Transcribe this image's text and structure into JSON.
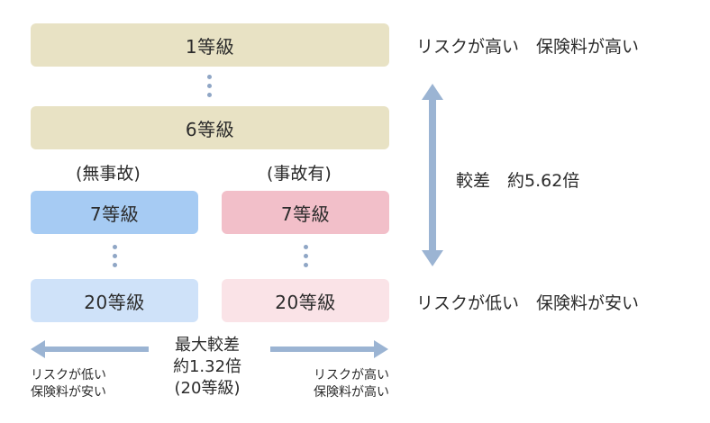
{
  "ladder": {
    "top_box": "1等級",
    "sixth_box": "6等級",
    "col_no_accident_header": "(無事故)",
    "col_accident_header": "(事故有)",
    "no_accident_7": "7等級",
    "no_accident_20": "20等級",
    "accident_7": "7等級",
    "accident_20": "20等級"
  },
  "right_notes": {
    "top": "リスクが高い　保険料が高い",
    "difference": "較差　約5.62倍",
    "bottom": "リスクが低い　保険料が安い"
  },
  "bottom": {
    "left_line1": "リスクが低い",
    "left_line2": "保険料が安い",
    "center_line1": "最大較差",
    "center_line2": "約1.32倍",
    "center_line3": "(20等級)",
    "right_line1": "リスクが高い",
    "right_line2": "保険料が高い"
  },
  "colors": {
    "beige": "#e8e2c4",
    "blue": "#a6cbf3",
    "light_blue": "#cfe2f9",
    "pink": "#f2bfc9",
    "light_pink": "#fae3e7",
    "arrow": "#9bb4d3"
  }
}
